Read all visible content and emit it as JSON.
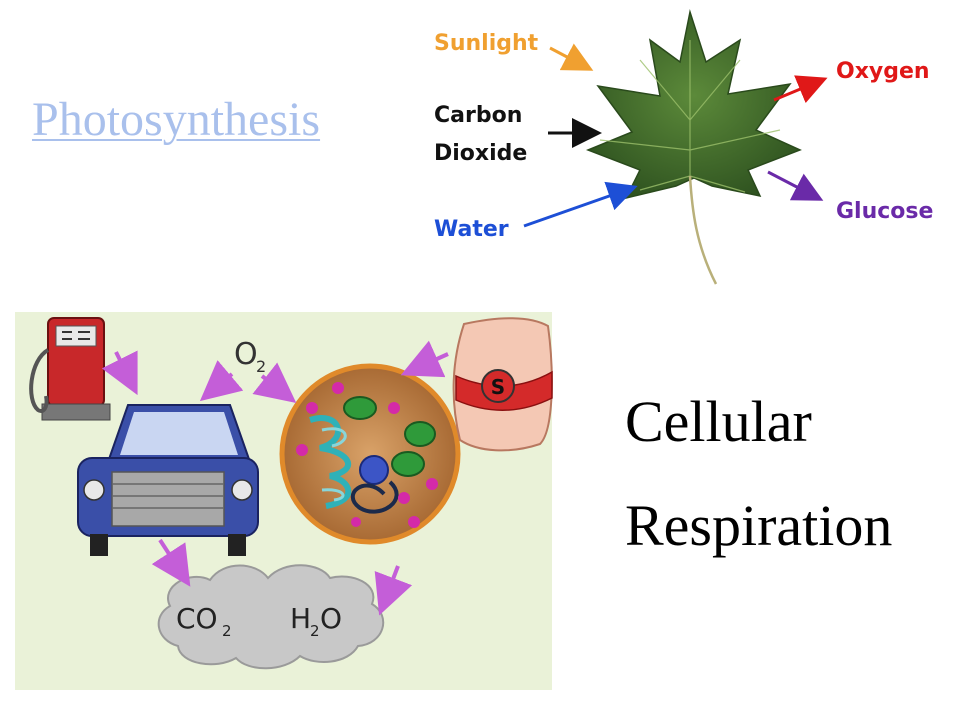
{
  "photosynthesis": {
    "title": "Photosynthesis",
    "inputs": [
      "Sunlight",
      "Carbon",
      "Dioxide",
      "Water"
    ],
    "outputs": [
      "Oxygen",
      "Glucose"
    ],
    "colors": {
      "sunlight": "#f0a030",
      "carbon": "#111111",
      "water": "#1d4fd6",
      "oxygen": "#e01818",
      "glucose": "#6a2aa8",
      "leaf": "#3f6a2c",
      "title": "#a9c0ec"
    }
  },
  "respiration": {
    "title_line1": "Cellular",
    "title_line2": "Respiration",
    "illustration": {
      "o2_label": "O",
      "o2_sub": "2",
      "co2_label": "CO",
      "co2_sub": "2",
      "h2o_label_h": "H",
      "h2o_sub": "2",
      "h2o_label_o": "O",
      "sack_label": "S",
      "icons": [
        "gas-pump-icon",
        "car-icon",
        "cell-icon",
        "sugar-sack-icon",
        "exhaust-cloud-icon"
      ]
    }
  }
}
